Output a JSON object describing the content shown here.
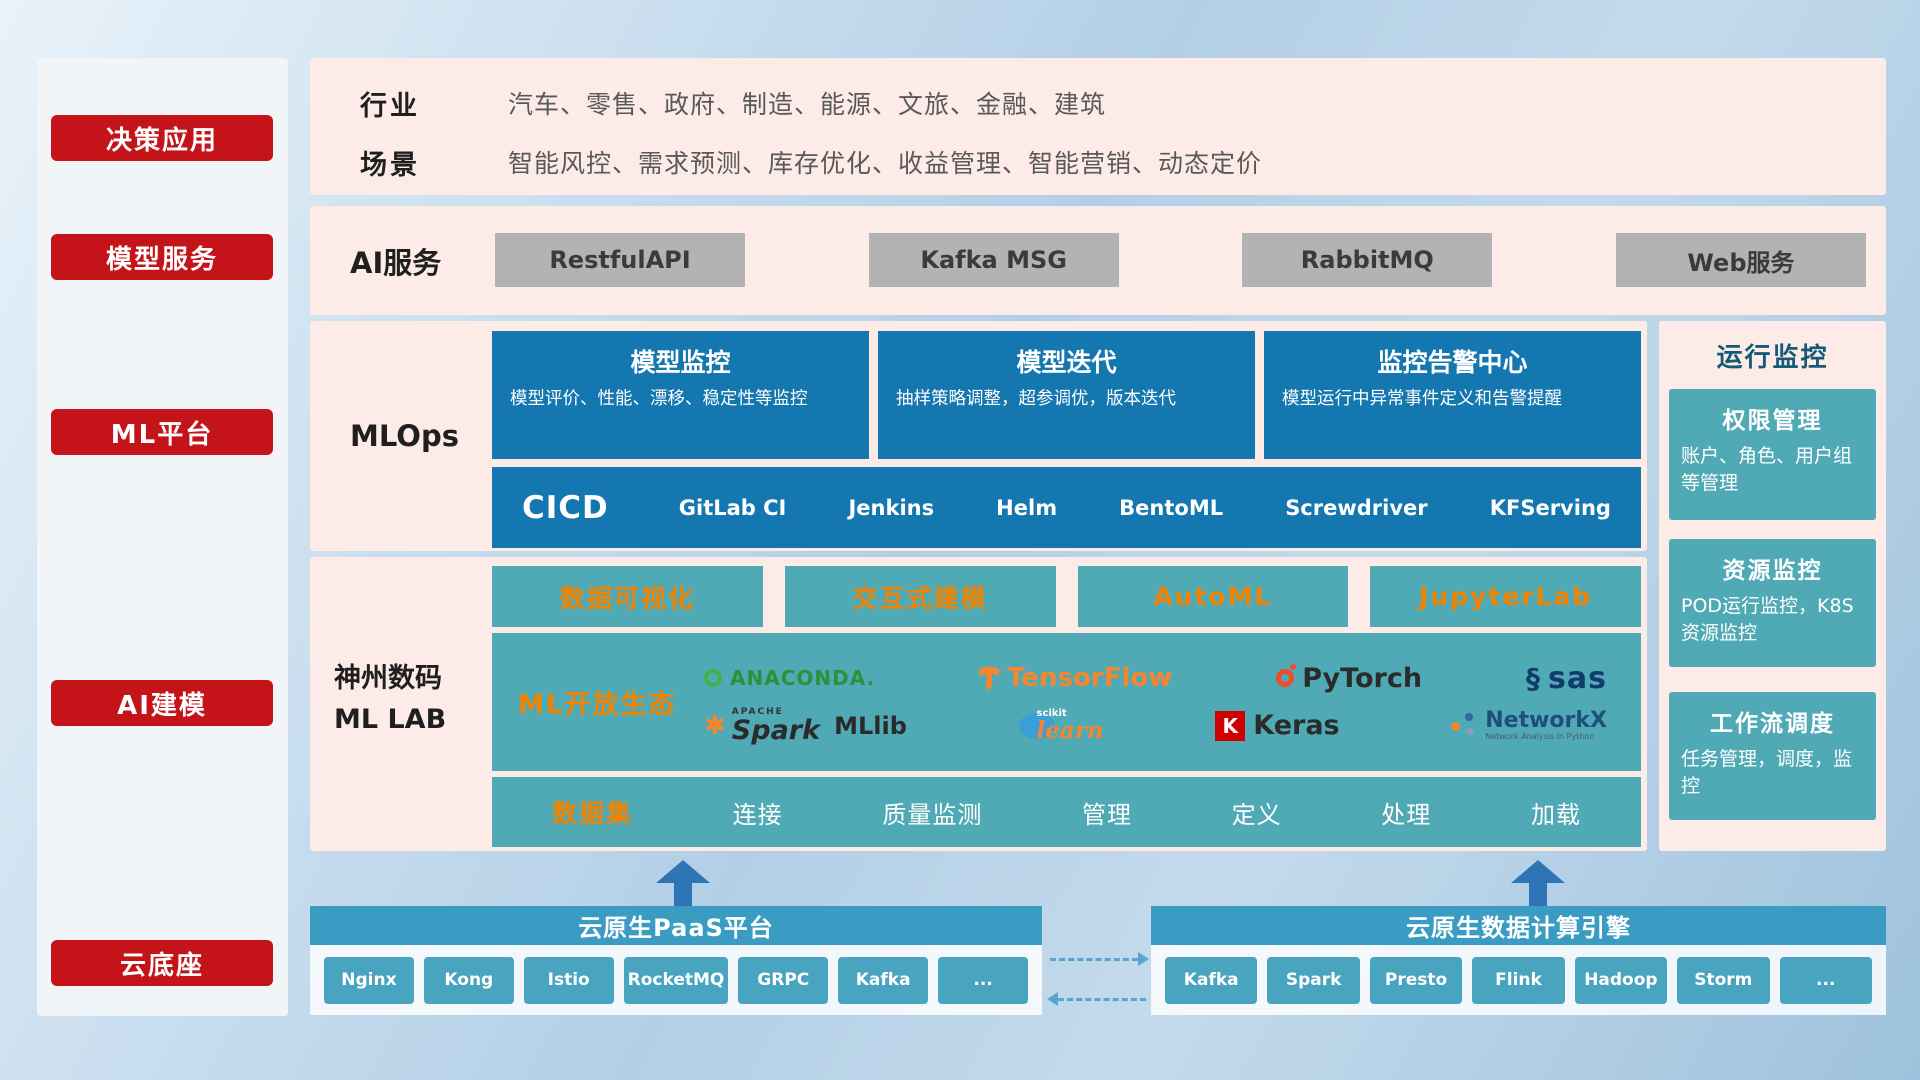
{
  "sidebar": {
    "items": [
      {
        "label": "决策应用"
      },
      {
        "label": "模型服务"
      },
      {
        "label": "ML平台"
      },
      {
        "label": "AI建模"
      },
      {
        "label": "云底座"
      }
    ]
  },
  "industry": {
    "row1_label": "行业",
    "row1_text": "汽车、零售、政府、制造、能源、文旅、金融、建筑",
    "row2_label": "场景",
    "row2_text": "智能风控、需求预测、库存优化、收益管理、智能营销、动态定价"
  },
  "ai_services": {
    "label": "AI服务",
    "items": [
      "RestfulAPI",
      "Kafka MSG",
      "RabbitMQ",
      "Web服务"
    ]
  },
  "mlops": {
    "label": "MLOps",
    "cards": [
      {
        "title": "模型监控",
        "desc": "模型评价、性能、漂移、稳定性等监控"
      },
      {
        "title": "模型迭代",
        "desc": "抽样策略调整，超参调优，版本迭代"
      },
      {
        "title": "监控告警中心",
        "desc": "模型运行中异常事件定义和告警提醒"
      }
    ],
    "cicd_label": "CICD",
    "cicd_tools": [
      "GitLab CI",
      "Jenkins",
      "Helm",
      "BentoML",
      "Screwdriver",
      "KFServing"
    ]
  },
  "mllab": {
    "label_line1": "神州数码",
    "label_line2": "ML LAB",
    "top_tools": [
      "数据可视化",
      "交互式建模",
      "AutoML",
      "JupyterLab"
    ],
    "ecosystem": {
      "label": "ML开放生态",
      "anaconda": "ANACONDA.",
      "tensorflow": "TensorFlow",
      "pytorch": "PyTorch",
      "sas_swirl": "§",
      "sas": "sas",
      "spark_star": "✱",
      "spark_top": "APACHE",
      "spark": "Spark",
      "mllib": "MLlib",
      "scikit_top": "scikit",
      "scikit": "learn",
      "keras_k": "K",
      "keras": "Keras",
      "networkx": "NetworkX",
      "networkx_sub": "Network Analysis in Python"
    },
    "dataset": {
      "label": "数据集",
      "items": [
        "连接",
        "质量监测",
        "管理",
        "定义",
        "处理",
        "加载"
      ]
    }
  },
  "monitoring": {
    "title": "运行监控",
    "cards": [
      {
        "title": "权限管理",
        "desc": "账户、角色、用户组等管理"
      },
      {
        "title": "资源监控",
        "desc": "POD运行监控，K8S资源监控"
      },
      {
        "title": "工作流调度",
        "desc": "任务管理，调度，监控"
      }
    ]
  },
  "bottom": {
    "paas": {
      "title": "云原生PaaS平台",
      "items": [
        "Nginx",
        "Kong",
        "Istio",
        "RocketMQ",
        "GRPC",
        "Kafka",
        "..."
      ]
    },
    "engine": {
      "title": "云原生数据计算引擎",
      "items": [
        "Kafka",
        "Spark",
        "Presto",
        "Flink",
        "Hadoop",
        "Storm",
        "..."
      ]
    }
  },
  "colors": {
    "accent_red": "#c41319",
    "panel_pink": "#fcebe7",
    "card_blue": "#1477b0",
    "teal": "#50aab6",
    "orange": "#f08300",
    "bar_blue": "#3a9cc3"
  }
}
